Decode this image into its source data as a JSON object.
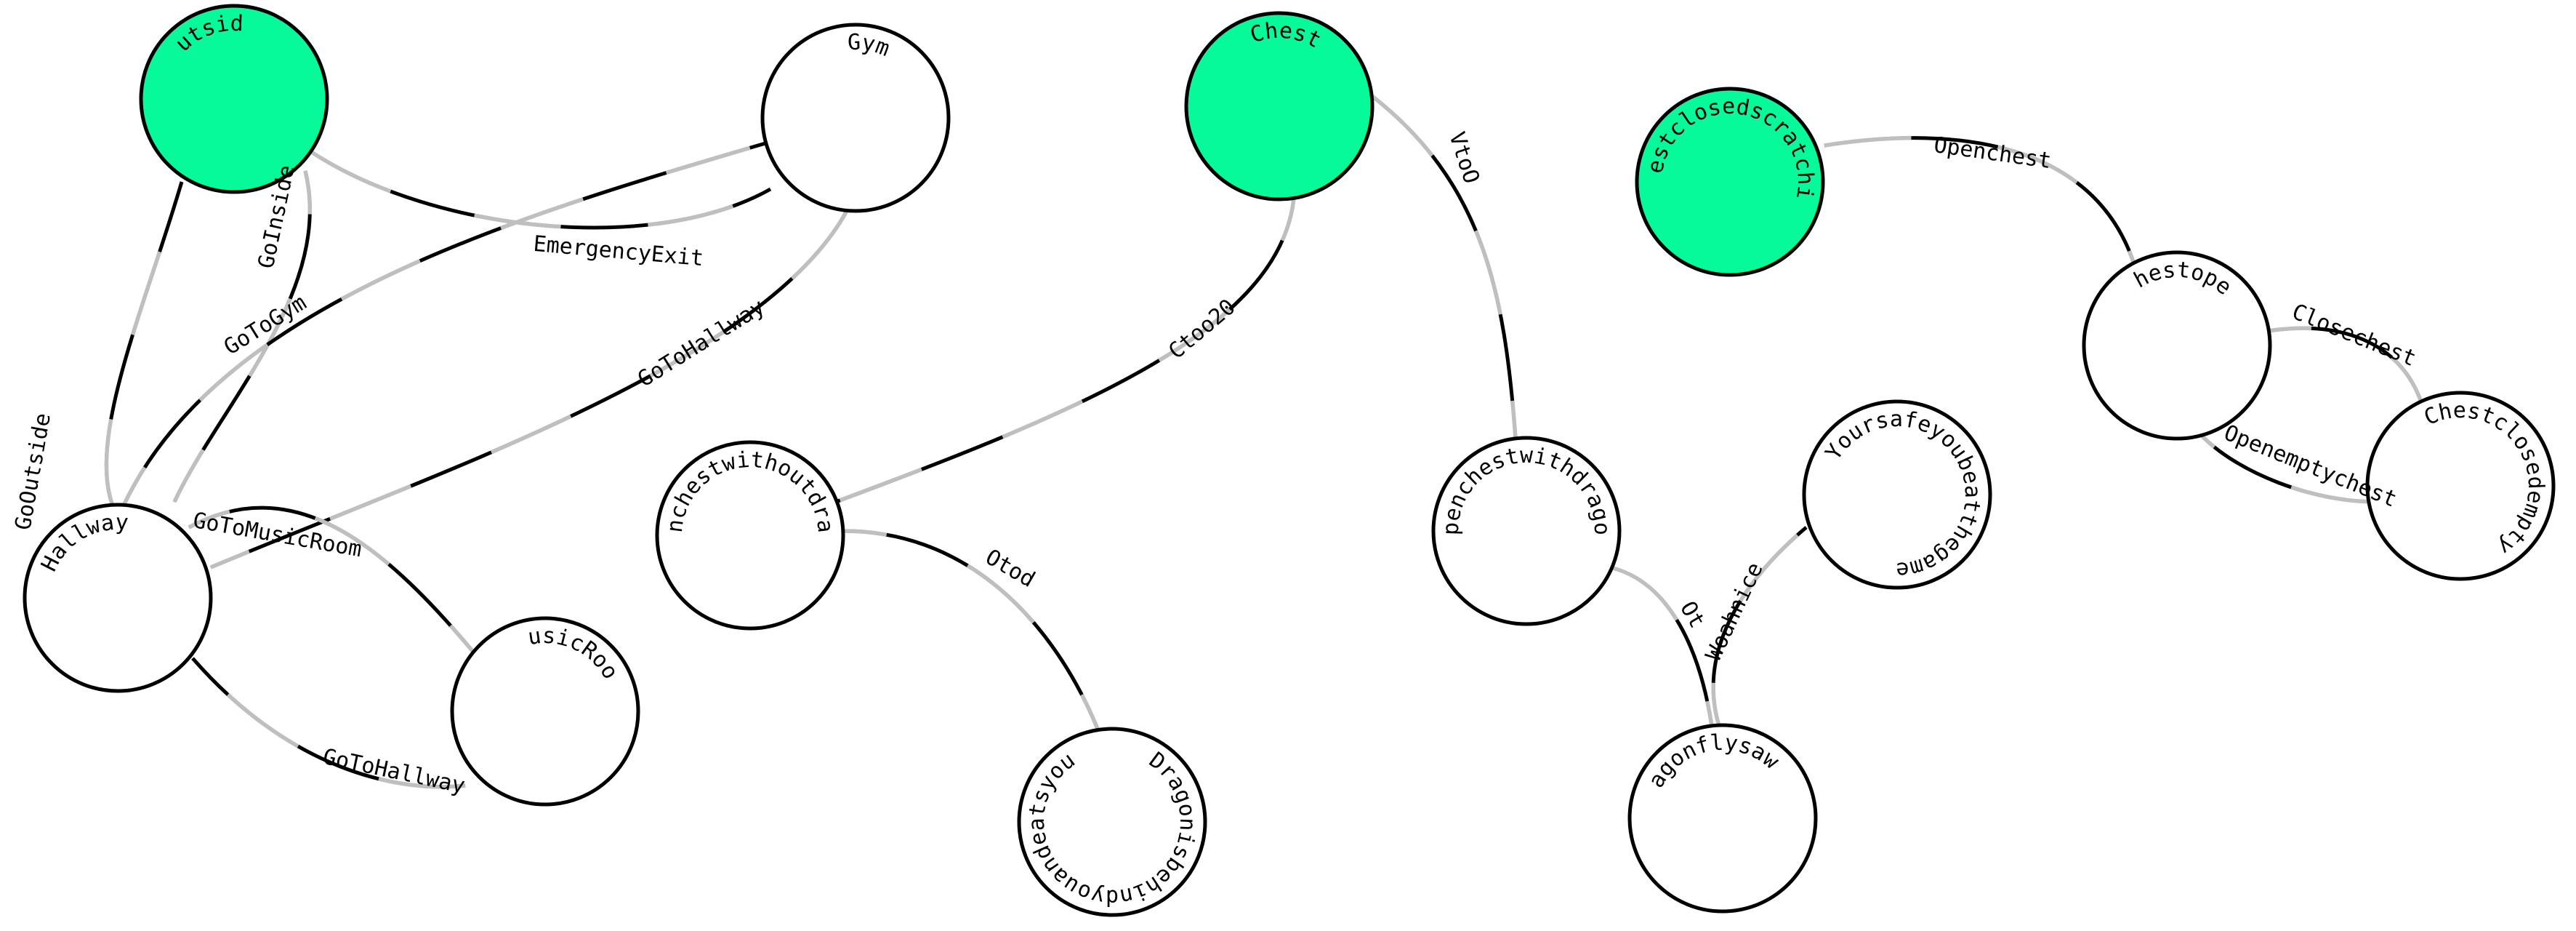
{
  "colors": {
    "start_fill": "#06fa9a",
    "node_fill": "#ffffff",
    "stroke": "#000000",
    "edge_alt": "#bfbfbf"
  },
  "nodes": [
    {
      "id": "outside",
      "label": "Outside",
      "start": true
    },
    {
      "id": "gym",
      "label": "Gym",
      "start": false
    },
    {
      "id": "hallway",
      "label": "Hallway",
      "start": false
    },
    {
      "id": "musicroom",
      "label": "MusicRoom",
      "start": false
    },
    {
      "id": "chest",
      "label": "Chest",
      "start": true
    },
    {
      "id": "openchestwithoutdragon",
      "label": "Openchestwithoutdragon",
      "start": false
    },
    {
      "id": "dragonbehind",
      "label": "Dragonisbehindyouandeatsyou",
      "start": false
    },
    {
      "id": "openchestwithdragon",
      "label": "Openchestwithdragon",
      "start": false
    },
    {
      "id": "yoursafe",
      "label": "Yoursafeyoubeatthegame",
      "start": false
    },
    {
      "id": "dragonflysaway",
      "label": "Dragonflysaway",
      "start": false
    },
    {
      "id": "chestclosedscratching",
      "label": "Chestclosedscratching",
      "start": true
    },
    {
      "id": "chestopen",
      "label": "Chestopen",
      "start": false
    },
    {
      "id": "chestclosedempty",
      "label": "Chestclosedempty",
      "start": false
    }
  ],
  "edges": [
    {
      "id": "e-gooutside",
      "label": "GoOutside",
      "from": "hallway",
      "to": "outside"
    },
    {
      "id": "e-goinside",
      "label": "GoInside",
      "from": "outside",
      "to": "hallway"
    },
    {
      "id": "e-emergencyexit",
      "label": "EmergencyExit",
      "from": "outside",
      "to": "gym"
    },
    {
      "id": "e-gotogym",
      "label": "GoToGym",
      "from": "hallway",
      "to": "gym"
    },
    {
      "id": "e-gotohallway-gym",
      "label": "GoToHallway",
      "from": "gym",
      "to": "hallway"
    },
    {
      "id": "e-gotomusicroom",
      "label": "GoToMusicRoom",
      "from": "hallway",
      "to": "musicroom"
    },
    {
      "id": "e-gotohallway-music",
      "label": "GoToHallway",
      "from": "musicroom",
      "to": "hallway"
    },
    {
      "id": "e-ctoo20",
      "label": "Ctoo20",
      "from": "chest",
      "to": "openchestwithoutdragon"
    },
    {
      "id": "e-vtoo",
      "label": "VtoO",
      "from": "chest",
      "to": "openchestwithdragon"
    },
    {
      "id": "e-otod",
      "label": "Otod",
      "from": "openchestwithoutdragon",
      "to": "dragonbehind"
    },
    {
      "id": "e-ot",
      "label": "Ot",
      "from": "openchestwithdragon",
      "to": "dragonflysaway"
    },
    {
      "id": "e-woahnice",
      "label": "Woahnice",
      "from": "dragonflysaway",
      "to": "yoursafe"
    },
    {
      "id": "e-openchest",
      "label": "Openchest",
      "from": "chestclosedscratching",
      "to": "chestopen"
    },
    {
      "id": "e-closechest",
      "label": "Closechest",
      "from": "chestopen",
      "to": "chestclosedempty"
    },
    {
      "id": "e-openemptychest",
      "label": "Openemptychest",
      "from": "chestclosedempty",
      "to": "chestopen"
    }
  ]
}
